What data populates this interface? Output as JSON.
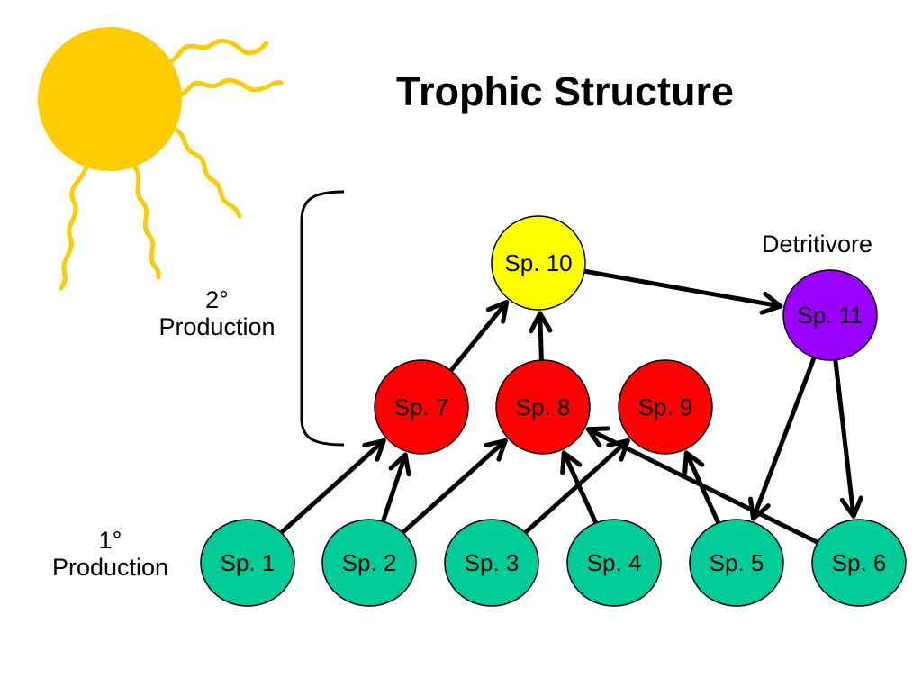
{
  "title": "Trophic Structure",
  "secondary_label": {
    "line1": "2°",
    "line2": "Production"
  },
  "primary_label": {
    "line1": "1°",
    "line2": "Production"
  },
  "detritivore_label": "Detritivore",
  "colors": {
    "sun": "#ffcc00",
    "producer": "#00cc99",
    "consumer": "#ff0000",
    "top": "#ffff00",
    "detritivore": "#9900ff",
    "arrow": "#000000"
  },
  "nodes": [
    {
      "id": "sp1",
      "label": "Sp. 1",
      "role": "producer"
    },
    {
      "id": "sp2",
      "label": "Sp. 2",
      "role": "producer"
    },
    {
      "id": "sp3",
      "label": "Sp. 3",
      "role": "producer"
    },
    {
      "id": "sp4",
      "label": "Sp. 4",
      "role": "producer"
    },
    {
      "id": "sp5",
      "label": "Sp. 5",
      "role": "producer"
    },
    {
      "id": "sp6",
      "label": "Sp. 6",
      "role": "producer"
    },
    {
      "id": "sp7",
      "label": "Sp. 7",
      "role": "consumer"
    },
    {
      "id": "sp8",
      "label": "Sp. 8",
      "role": "consumer"
    },
    {
      "id": "sp9",
      "label": "Sp. 9",
      "role": "consumer"
    },
    {
      "id": "sp10",
      "label": "Sp. 10",
      "role": "top"
    },
    {
      "id": "sp11",
      "label": "Sp. 11",
      "role": "detritivore"
    }
  ],
  "edges": [
    {
      "from": "sp1",
      "to": "sp7"
    },
    {
      "from": "sp2",
      "to": "sp7"
    },
    {
      "from": "sp2",
      "to": "sp8"
    },
    {
      "from": "sp3",
      "to": "sp9"
    },
    {
      "from": "sp4",
      "to": "sp8"
    },
    {
      "from": "sp5",
      "to": "sp9"
    },
    {
      "from": "sp6",
      "to": "sp8"
    },
    {
      "from": "sp7",
      "to": "sp10"
    },
    {
      "from": "sp8",
      "to": "sp10"
    },
    {
      "from": "sp10",
      "to": "sp11"
    },
    {
      "from": "sp11",
      "to": "sp5"
    },
    {
      "from": "sp11",
      "to": "sp6"
    }
  ]
}
